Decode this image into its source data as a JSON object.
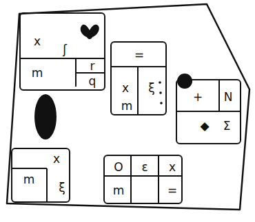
{
  "diagram": {
    "nodes": [
      {
        "text": [
          "x",
          "ʃ",
          "m",
          "r",
          "q"
        ]
      },
      {
        "text": [
          "=",
          "x",
          "ξ",
          "m"
        ]
      },
      {
        "text": [
          "+",
          "N",
          "◆",
          "Σ"
        ]
      },
      {
        "text": [
          "x",
          "m",
          "ξ"
        ]
      },
      {
        "text": [
          "O",
          "ε",
          "x",
          "m",
          "="
        ]
      }
    ]
  }
}
